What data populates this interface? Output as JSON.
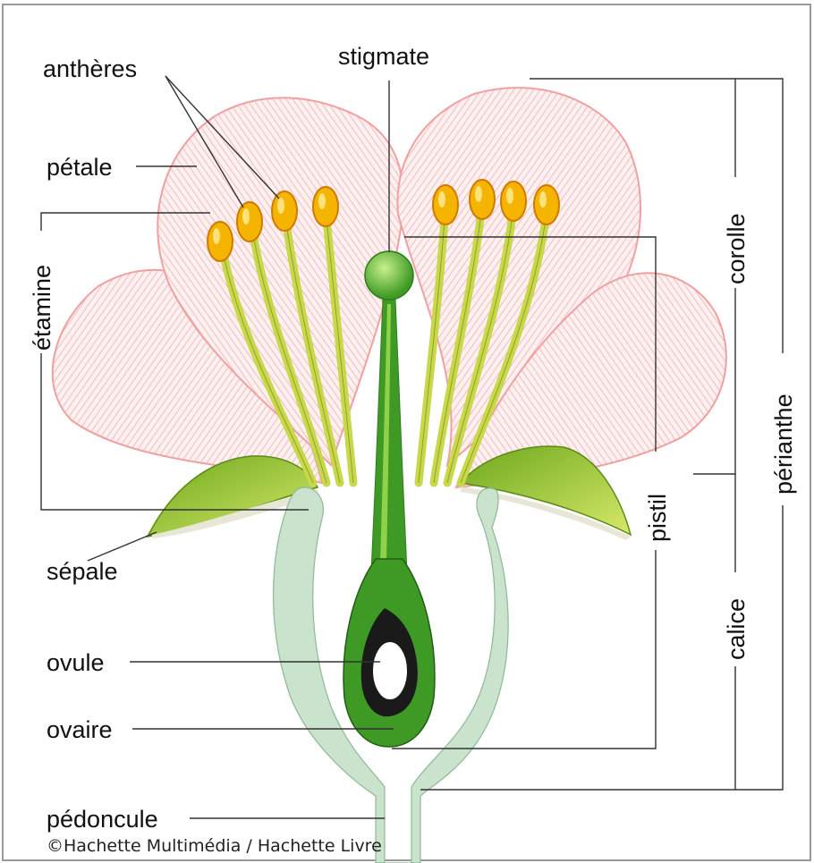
{
  "labels": {
    "antheres": "anthères",
    "petale": "pétale",
    "etamine": "étamine",
    "sepale": "sépale",
    "ovule": "ovule",
    "ovaire": "ovaire",
    "pedoncule": "pédoncule",
    "stigmate": "stigmate",
    "corolle": "corolle",
    "perianthe": "périanthe",
    "pistil": "pistil",
    "calice": "calice"
  },
  "credit": "©Hachette Multimédia / Hachette Livre",
  "colors": {
    "petal_stroke": "#e88a8a",
    "petal_fill": "#fbe4e4",
    "anther": "#f5b400",
    "filament": "#c8d84a",
    "pistil_dark": "#2e7d1e",
    "pistil_light": "#6cbf3a",
    "receptacle": "#c9e3cc",
    "sepal": "#8bbf2a"
  }
}
